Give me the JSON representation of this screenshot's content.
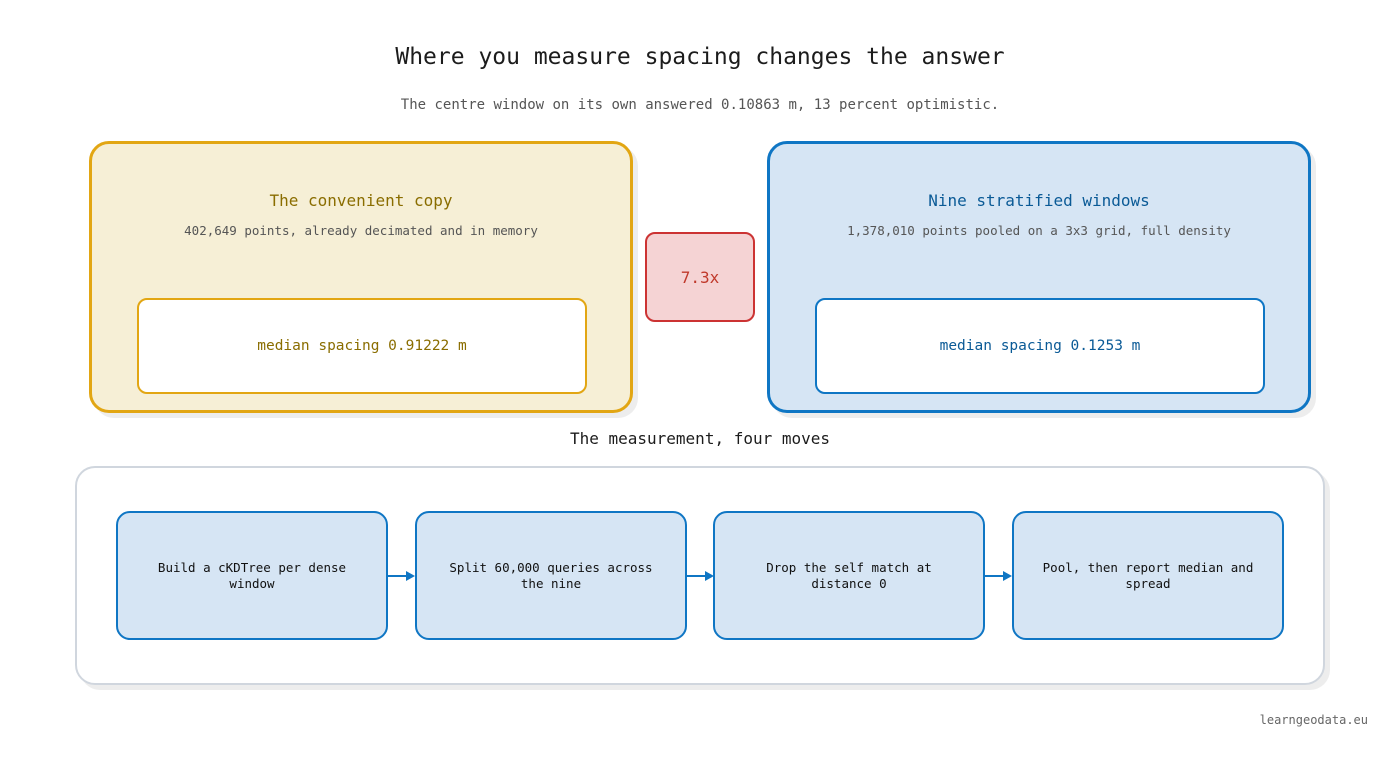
{
  "header": {
    "title": "Where you measure spacing changes the answer",
    "subtitle": "The centre window on its own answered 0.10863 m, 13 percent optimistic."
  },
  "comparison": {
    "left": {
      "heading": "The convenient copy",
      "description": "402,649 points, already decimated and in memory",
      "result": "median spacing 0.91222 m",
      "accent_color": "#e2a613",
      "text_color": "#8a6d00"
    },
    "ratio": "7.3x",
    "right": {
      "heading": "Nine stratified windows",
      "description": "1,378,010 points pooled on a 3x3 grid, full density",
      "result": "median spacing 0.1253 m",
      "accent_color": "#0f76c4",
      "text_color": "#0a5a96"
    }
  },
  "flow": {
    "label": "The measurement, four moves",
    "steps": [
      "Build a cKDTree per dense window",
      "Split 60,000 queries across the nine",
      "Drop the self match at distance 0",
      "Pool, then report median and spread"
    ]
  },
  "footer": {
    "credit": "learngeodata.eu"
  }
}
